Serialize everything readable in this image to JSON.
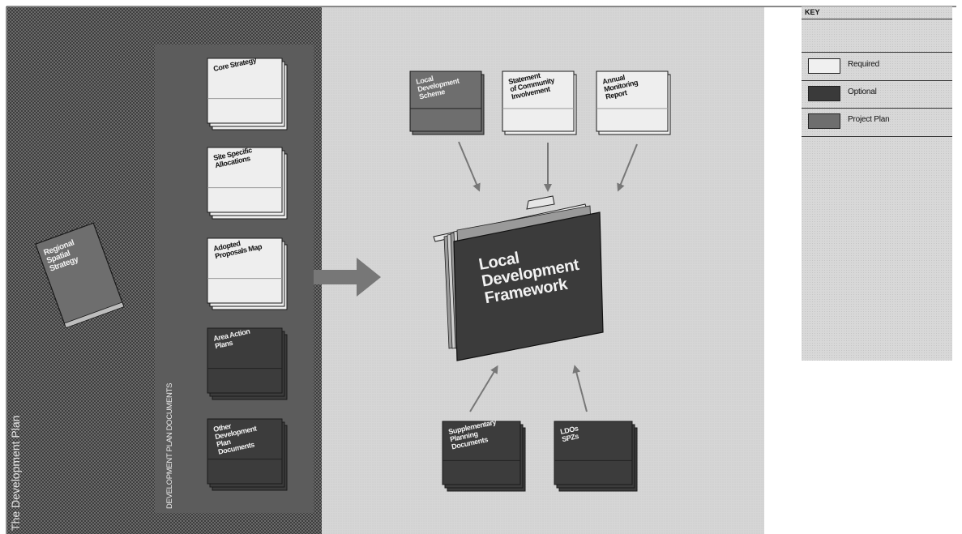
{
  "diagram": {
    "vertical_title": "The Development Plan",
    "regional": "Regional\nSpatial\nStrategy",
    "dpd_heading": "DEVELOPMENT PLAN DOCUMENTS",
    "dpd_docs": [
      {
        "label": "Core Strategy",
        "kind": "required"
      },
      {
        "label": "Site Specific\nAllocations",
        "kind": "required"
      },
      {
        "label": "Adopted\nProposals Map",
        "kind": "required"
      },
      {
        "label": "Area Action\nPlans",
        "kind": "optional"
      },
      {
        "label": "Other\nDevelopment\nPlan\nDocuments",
        "kind": "optional"
      }
    ],
    "top_docs": [
      {
        "label": "Local\nDevelopment\nScheme",
        "kind": "project"
      },
      {
        "label": "Statement\nof Community\nInvolvement",
        "kind": "required"
      },
      {
        "label": "Annual\nMonitoring\nReport",
        "kind": "required"
      }
    ],
    "ldf": "Local\nDevelopment\nFramework",
    "bottom_docs": [
      {
        "label": "Supplementary\nPlanning\nDocuments",
        "kind": "optional"
      },
      {
        "label": "LDOs\nSPZs",
        "kind": "optional"
      }
    ]
  },
  "key": {
    "title": "KEY",
    "items": [
      {
        "label": "Required",
        "color": "#f0f0f0"
      },
      {
        "label": "Optional",
        "color": "#3a3a3a"
      },
      {
        "label": "Project Plan",
        "color": "#6e6e6e"
      }
    ]
  },
  "colors": {
    "required": "#eeeeee",
    "optional": "#3c3c3c",
    "project": "#6e6e6e",
    "dpd_panel": "#5e5e5e",
    "left_bg": "#444444",
    "right_bg": "#d4d4d4",
    "arrow": "#777777"
  }
}
